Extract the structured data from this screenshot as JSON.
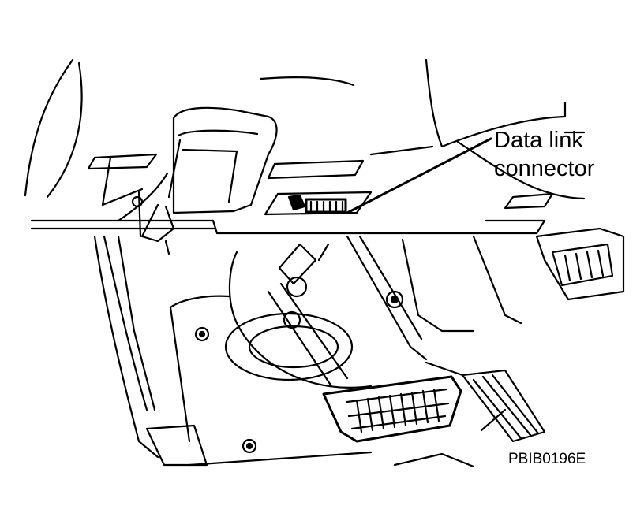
{
  "callout": {
    "line1": "Data link",
    "line2": "connector"
  },
  "figure_id": "PBIB0196E",
  "colors": {
    "line": "#000000",
    "background": "#ffffff"
  },
  "icons": [
    "connector-icon",
    "pedal-icon",
    "bolt-icon"
  ]
}
